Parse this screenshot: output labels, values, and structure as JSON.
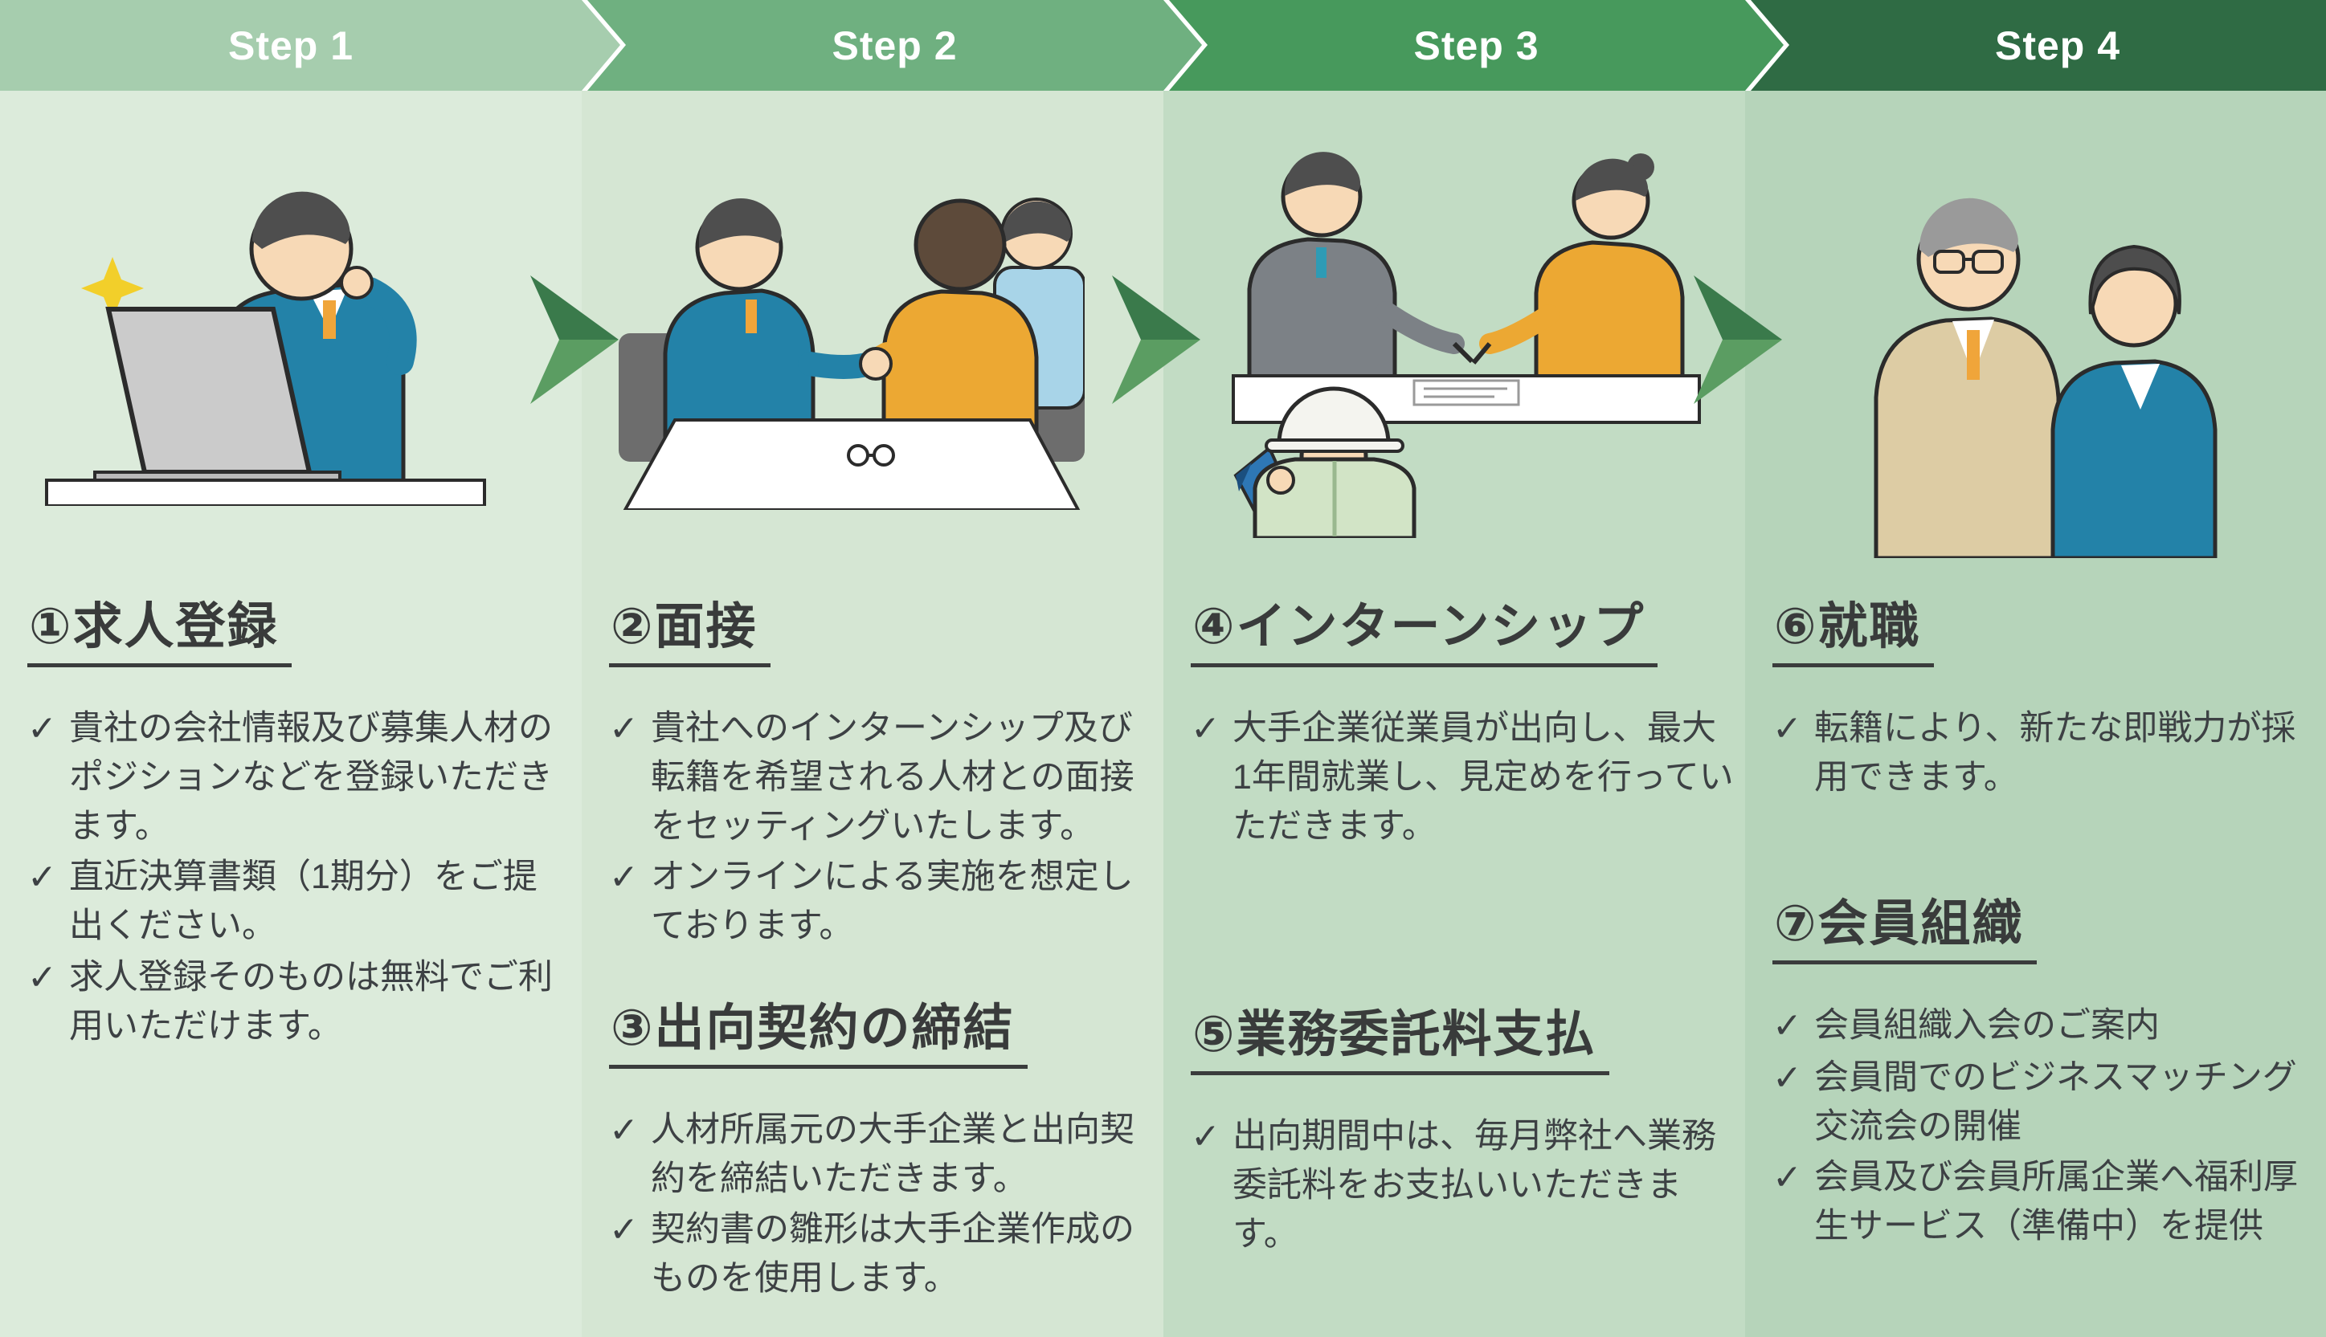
{
  "ui": {
    "check_glyph": "✓"
  },
  "colors": {
    "banner": [
      "#a6cdae",
      "#6fb080",
      "#47995c",
      "#2f6b44"
    ],
    "column_bg": [
      "#dcebdb",
      "#d5e6d3",
      "#c2dcc4",
      "#b6d4ba"
    ],
    "arrow_top": "#3a7a4b",
    "arrow_bottom": "#5b9d62",
    "heading_text": "#393b3b",
    "body_text": "#3d4144",
    "banner_text": "#ffffff"
  },
  "steps": [
    {
      "label": "Step 1",
      "illustration": "person-working-at-laptop",
      "sections": [
        {
          "heading": "①求人登録",
          "bullets": [
            "貴社の会社情報及び募集人材のポジションなどを登録いただきます。",
            "直近決算書類（1期分）をご提出ください。",
            "求人登録そのものは無料でご利用いただけます。"
          ]
        }
      ]
    },
    {
      "label": "Step 2",
      "illustration": "handshake-meeting",
      "sections": [
        {
          "heading": "②面接",
          "bullets": [
            "貴社へのインターンシップ及び転籍を希望される人材との面接をセッティングいたします。",
            "オンラインによる実施を想定しております。"
          ]
        },
        {
          "heading": "③出向契約の締結",
          "bullets": [
            "人材所属元の大手企業と出向契約を締結いただきます。",
            "契約書の雛形は大手企業作成のものを使用します。"
          ]
        }
      ]
    },
    {
      "label": "Step 3",
      "illustration": "contract-signing-and-worker",
      "sections": [
        {
          "heading": "④インターンシップ",
          "bullets": [
            "大手企業従業員が出向し、最大1年間就業し、見定めを行っていただきます。"
          ]
        },
        {
          "heading": "⑤業務委託料支払",
          "bullets": [
            "出向期間中は、毎月弊社へ業務委託料をお支払いいただきます。"
          ]
        }
      ]
    },
    {
      "label": "Step 4",
      "illustration": "employed-pair-standing",
      "sections": [
        {
          "heading": "⑥就職",
          "bullets": [
            "転籍により、新たな即戦力が採用できます。"
          ]
        },
        {
          "heading": "⑦会員組織",
          "bullets": [
            "会員組織入会のご案内",
            "会員間でのビジネスマッチング交流会の開催",
            "会員及び会員所属企業へ福利厚生サービス（準備中）を提供"
          ]
        }
      ]
    }
  ]
}
